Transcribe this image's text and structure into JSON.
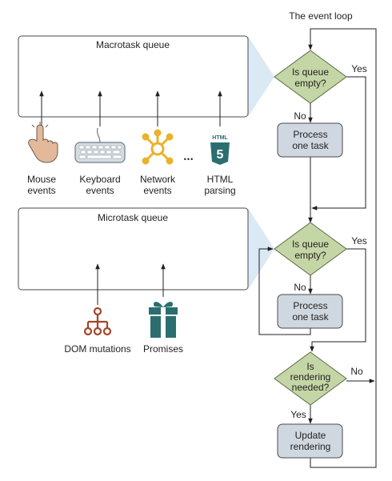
{
  "title": "The event loop",
  "queues": {
    "macrotask": {
      "label": "Macrotask queue"
    },
    "microtask": {
      "label": "Microtask queue"
    }
  },
  "sources": {
    "macro": [
      {
        "icon": "pointer-hand-icon",
        "line1": "Mouse",
        "line2": "events"
      },
      {
        "icon": "keyboard-icon",
        "line1": "Keyboard",
        "line2": "events"
      },
      {
        "icon": "network-icon",
        "line1": "Network",
        "line2": "events"
      },
      {
        "icon": "html5-icon",
        "line1": "HTML",
        "line2": "parsing"
      }
    ],
    "ellipsis": "•••",
    "micro": [
      {
        "icon": "dom-tree-icon",
        "label": "DOM mutations"
      },
      {
        "icon": "gift-icon",
        "label": "Promises"
      }
    ],
    "html5_badge_text": "HTML",
    "html5_badge_number": "5"
  },
  "flow": {
    "decision1": {
      "line1": "Is queue",
      "line2": "empty?",
      "yes": "Yes",
      "no": "No"
    },
    "process1": {
      "line1": "Process",
      "line2": "one task"
    },
    "decision2": {
      "line1": "Is queue",
      "line2": "empty?",
      "yes": "Yes",
      "no": "No"
    },
    "process2": {
      "line1": "Process",
      "line2": "one task"
    },
    "decision3": {
      "line1": "Is",
      "line2": "rendering",
      "line3": "needed?",
      "yes": "Yes",
      "no": "No"
    },
    "update": {
      "line1": "Update",
      "line2": "rendering"
    }
  },
  "colors": {
    "decision_fill": "#c5d6a6",
    "decision_stroke": "#5b6b45",
    "process_fill": "#cfd8e0",
    "process_stroke": "#4a4a4a",
    "wedge_fill": "#dbe9f4",
    "hand": "#e3b99a",
    "network": "#eab22b",
    "html5": "#2b6e70",
    "dom": "#a3452a",
    "gift": "#2b6e70"
  }
}
